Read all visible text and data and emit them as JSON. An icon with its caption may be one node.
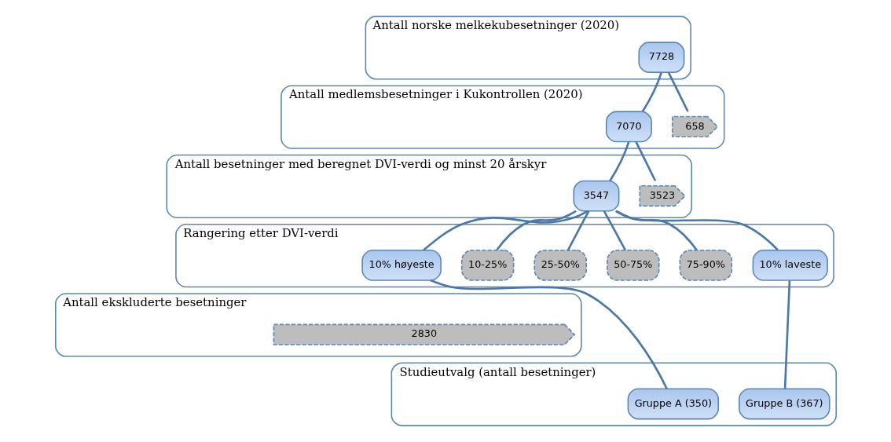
{
  "diagram": {
    "nodes": [
      {
        "text": [
          "Antall norske melkekubesetninger (2020)"
        ]
      },
      {
        "text": [
          "7728"
        ],
        "in": 0
      },
      {
        "text": [
          "Antall medlemsbesetninger i Kukontrollen (2020)"
        ]
      },
      {
        "text": [
          "7070"
        ],
        "in": 2
      },
      {
        "text": [
          "658"
        ],
        "in": 2
      },
      {
        "text": [
          "Antall besetninger med beregnet DVI-verdi og minst 20 årskyr"
        ]
      },
      {
        "text": [
          "3547"
        ],
        "in": 5
      },
      {
        "text": [
          "3523"
        ],
        "in": 5
      },
      {
        "text": [
          "Rangering etter DVI-verdi"
        ]
      },
      {
        "text": [
          "10% høyeste"
        ],
        "in": 8
      },
      {
        "text": [
          "10-25%"
        ],
        "in": 8
      },
      {
        "text": [
          "25-50%"
        ],
        "in": 8
      },
      {
        "text": [
          "50-75%"
        ],
        "in": 8
      },
      {
        "text": [
          "75-90%"
        ],
        "in": 8
      },
      {
        "text": [
          "10% laveste"
        ],
        "in": 8
      },
      {
        "text": [
          "Antall ekskluderte besetninger"
        ]
      },
      {
        "text": [
          "2830"
        ],
        "in": 15
      },
      {
        "text": [
          "Studieutvalg (antall besetninger)"
        ]
      },
      {
        "text": [
          "Gruppe A (350)"
        ],
        "in": 17
      },
      {
        "text": [
          "Gruppe B (367)"
        ],
        "in": 17
      }
    ],
    "edges": [
      {
        "from": 1,
        "to": 3,
        "arrow": "none"
      },
      {
        "from": 1,
        "to": 4,
        "arrow": "none"
      },
      {
        "from": 3,
        "to": 6,
        "arrow": "none"
      },
      {
        "from": 3,
        "to": 7,
        "arrow": "none"
      },
      {
        "from": 6,
        "to": 9,
        "arrow": "none"
      },
      {
        "from": 6,
        "to": 10,
        "arrow": "none"
      },
      {
        "from": 6,
        "to": 11,
        "arrow": "none"
      },
      {
        "from": 6,
        "to": 12,
        "arrow": "none"
      },
      {
        "from": 6,
        "to": 13,
        "arrow": "none"
      },
      {
        "from": 6,
        "to": 14,
        "arrow": "none"
      },
      {
        "from": 9,
        "to": 18,
        "arrow": "none"
      },
      {
        "from": 14,
        "to": 19,
        "arrow": "none"
      }
    ]
  }
}
